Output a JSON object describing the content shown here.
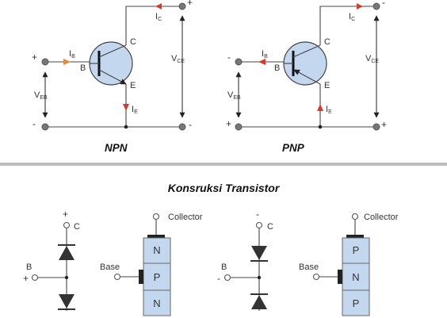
{
  "npn": {
    "caption": "NPN",
    "base": "B",
    "collector": "C",
    "emitter": "E",
    "ib": "I",
    "ib_sub": "B",
    "ic": "I",
    "ic_sub": "C",
    "ie": "I",
    "ie_sub": "E",
    "vce": "V",
    "vce_sub": "CE",
    "veb": "V",
    "veb_sub": "EB",
    "in_top": "+",
    "in_bottom": "-",
    "out_top": "+",
    "out_bottom": "-"
  },
  "pnp": {
    "caption": "PNP",
    "base": "B",
    "collector": "C",
    "emitter": "E",
    "ib": "I",
    "ib_sub": "B",
    "ic": "I",
    "ic_sub": "C",
    "ie": "I",
    "ie_sub": "E",
    "vce": "V",
    "vce_sub": "CE",
    "veb": "V",
    "veb_sub": "EB",
    "in_top": "-",
    "in_bottom": "+",
    "out_top": "-",
    "out_bottom": "+"
  },
  "construction": {
    "title": "Konsruksi Transistor",
    "npn_diode": {
      "top_sign": "+",
      "collector": "C",
      "base": "B",
      "base_sign": "+"
    },
    "npn_block": {
      "collector": "Collector",
      "base": "Base",
      "layers": [
        "N",
        "P",
        "N"
      ]
    },
    "pnp_diode": {
      "top_sign": "-",
      "collector": "C",
      "base": "B",
      "base_sign": "-"
    },
    "pnp_block": {
      "collector": "Collector",
      "base": "Base",
      "layers": [
        "P",
        "N",
        "P"
      ]
    }
  },
  "colors": {
    "transistor_body": "#c3d8ef",
    "current_arrow_red": "#d63a2a",
    "current_arrow_orange": "#e8863a",
    "separator": "#bdbdbd"
  }
}
